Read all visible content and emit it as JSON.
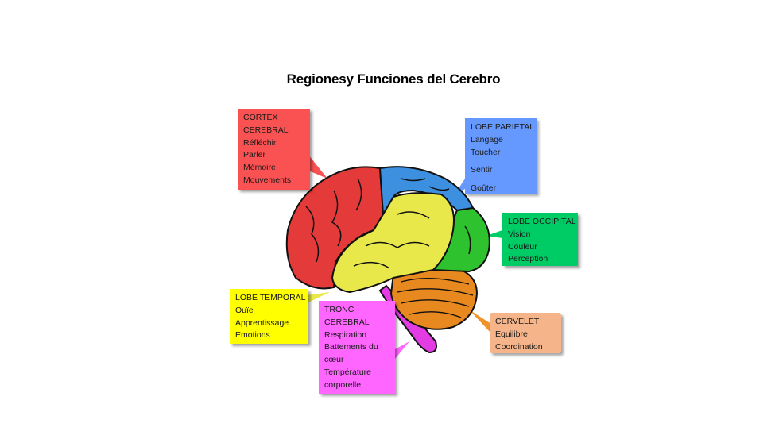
{
  "title": "Regionesy Funciones del Cerebro",
  "regions": {
    "cortex": {
      "color": "#fa5252",
      "lines": [
        "CORTEX",
        "CEREBRAL",
        "Réfléchir",
        "Parler",
        "Mémoire",
        "Mouvements"
      ]
    },
    "parietal": {
      "color": "#6699ff",
      "lines": [
        "LOBE PARIETAL",
        "Langage",
        "Toucher",
        "Sentir",
        "Goûter"
      ]
    },
    "occipital": {
      "color": "#00cc66",
      "lines": [
        "LOBE OCCIPITAL",
        "Vision",
        "Couleur",
        "Perception"
      ]
    },
    "temporal": {
      "color": "#ffff00",
      "lines": [
        "LOBE TEMPORAL",
        "Ouïe",
        "Apprentissage",
        "Emotions"
      ]
    },
    "tronc": {
      "color": "#ff66ff",
      "lines": [
        "TRONC",
        "CEREBRAL",
        "Respiration",
        "Battements du",
        "cœur",
        "Température",
        "corporelle"
      ]
    },
    "cervelet": {
      "color": "#f5b48a",
      "lines": [
        "CERVELET",
        "Equilibre",
        "Coordination"
      ]
    }
  },
  "brain_colors": {
    "frontal": "#e53a3a",
    "parietal": "#3d8fe0",
    "temporal": "#e8e84a",
    "occipital": "#2ec22e",
    "cerebellum": "#e8891f",
    "brainstem": "#e23ce2"
  }
}
